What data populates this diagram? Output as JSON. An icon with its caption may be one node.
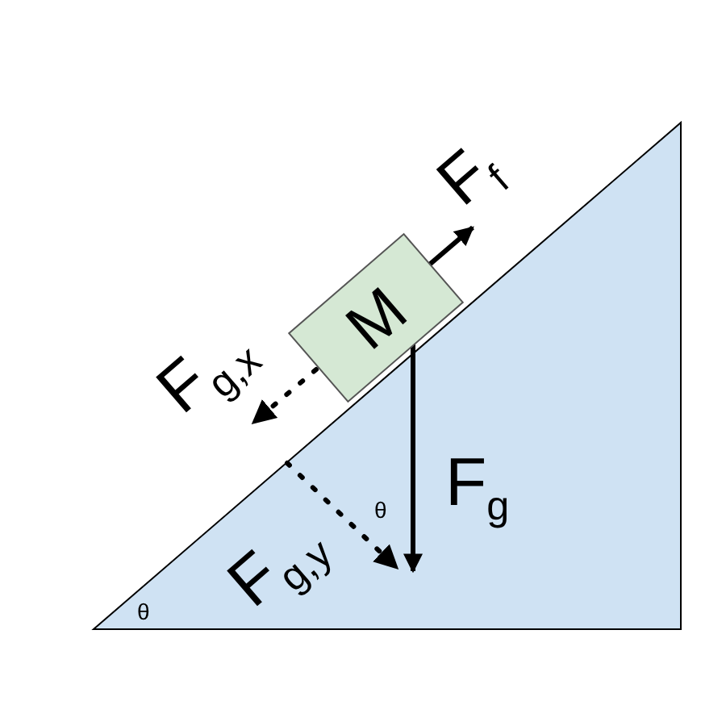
{
  "diagram": {
    "nodes": [
      {
        "text": [
          "M"
        ]
      }
    ],
    "edges": [],
    "labels": [
      "F$_{f}$",
      "F$_{g,x}$",
      "F$_{g}$",
      "θ",
      "F$_{g,y}$",
      "θ"
    ]
  }
}
